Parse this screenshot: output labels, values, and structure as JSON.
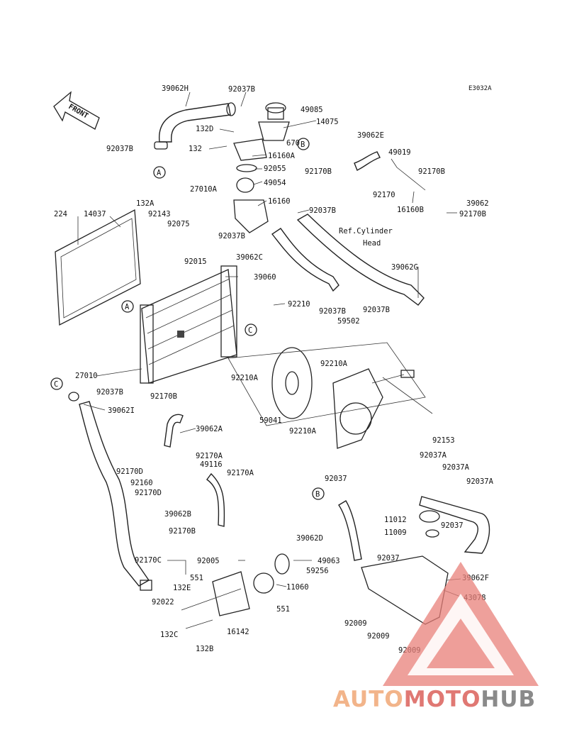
{
  "diagram": {
    "code": "E3032A",
    "front_label": "FRONT",
    "ref_note": [
      "Ref.Cylinder",
      "Head"
    ],
    "callouts": [
      "A",
      "A",
      "B",
      "B",
      "C",
      "C"
    ],
    "part_labels": [
      "39062H",
      "92037B",
      "49085",
      "14075",
      "132D",
      "B",
      "670",
      "132",
      "16160A",
      "92037B",
      "92055",
      "49054",
      "39062E",
      "49019",
      "92170B",
      "92170B",
      "92170",
      "16160B",
      "39062",
      "92170B",
      "27010A",
      "16160",
      "92037B",
      "Ref.Cylinder",
      "224",
      "14037",
      "132A",
      "92143",
      "92075",
      "92037B",
      "39062C",
      "92015",
      "39060",
      "92210",
      "39062G",
      "92037B",
      "59502",
      "92037B",
      "C",
      "A",
      "92210A",
      "92210A",
      "27010",
      "59041",
      "92210A",
      "92153",
      "92037B",
      "39062I",
      "92170B",
      "39062A",
      "92170A",
      "49116",
      "92170A",
      "92170D",
      "92160",
      "92170D",
      "39062B",
      "92170B",
      "92037A",
      "92037A",
      "92037A",
      "92037",
      "11012",
      "11009",
      "92037",
      "39062D",
      "92037",
      "92005",
      "49063",
      "59256",
      "551",
      "11060",
      "92170C",
      "132E",
      "551",
      "39062F",
      "43078",
      "92022",
      "16142",
      "132C",
      "132B",
      "92009",
      "92009",
      "92009",
      "Head"
    ]
  },
  "watermark": {
    "part1": "AUTO",
    "part2": "MOTO",
    "part3": "HUB",
    "colors": {
      "auto": "#f2b48a",
      "moto": "#e07873",
      "hub": "#8a8a8a",
      "triangle": "#e8807a"
    }
  }
}
